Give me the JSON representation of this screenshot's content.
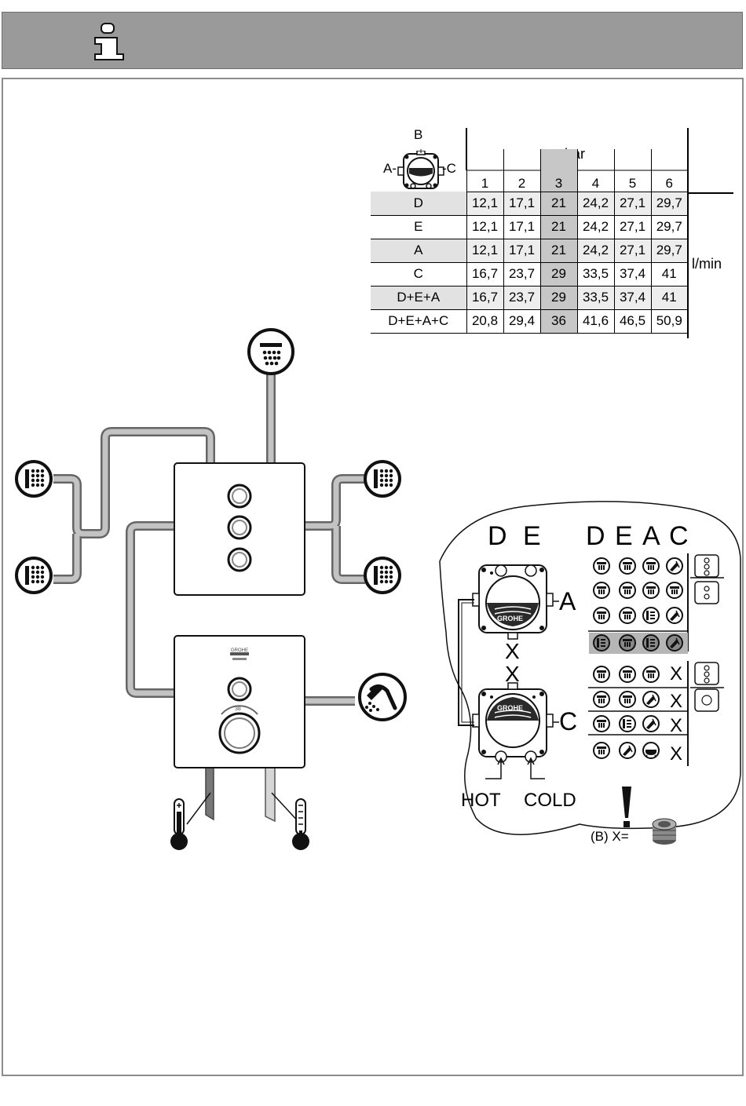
{
  "header": {
    "icon": "info-i-icon"
  },
  "flow_table": {
    "inset_labels": {
      "top": "B",
      "left": "A",
      "right": "C"
    },
    "pressure_unit": "bar",
    "flow_unit": "l/min",
    "pressures": [
      "1",
      "2",
      "3",
      "4",
      "5",
      "6"
    ],
    "highlight_column": 2,
    "rows": [
      {
        "label": "D",
        "values": [
          "12,1",
          "17,1",
          "21",
          "24,2",
          "27,1",
          "29,7"
        ]
      },
      {
        "label": "E",
        "values": [
          "12,1",
          "17,1",
          "21",
          "24,2",
          "27,1",
          "29,7"
        ]
      },
      {
        "label": "A",
        "values": [
          "12,1",
          "17,1",
          "21",
          "24,2",
          "27,1",
          "29,7"
        ]
      },
      {
        "label": "C",
        "values": [
          "16,7",
          "23,7",
          "29",
          "33,5",
          "37,4",
          "41"
        ]
      },
      {
        "label": "D+E+A",
        "values": [
          "16,7",
          "23,7",
          "29",
          "33,5",
          "37,4",
          "41"
        ]
      },
      {
        "label": "D+E+A+C",
        "values": [
          "20,8",
          "29,4",
          "36",
          "41,6",
          "46,5",
          "50,9"
        ]
      }
    ]
  },
  "system_diagram": {
    "icons": [
      "overhead-shower-icon",
      "body-jet-icon",
      "hand-shower-icon",
      "hot-thermometer-icon",
      "cold-thermometer-icon"
    ],
    "thermostat_scale": "38",
    "brand": "GROHE"
  },
  "detail": {
    "top_ports": [
      "D",
      "E"
    ],
    "column_headers": [
      "D",
      "E",
      "A",
      "C"
    ],
    "side_port_upper": "A",
    "side_port_lower": "C",
    "x_mark": "X",
    "brand": "GROHE",
    "hot_label": "HOT",
    "cold_label": "COLD",
    "note": "(B) X=",
    "top_section_rows": [
      [
        "shower-head",
        "shower-head",
        "shower-head",
        "hand-shower"
      ],
      [
        "shower-head",
        "shower-head",
        "shower-head",
        "shower-head"
      ],
      [
        "shower-head",
        "shower-head",
        "body-jet",
        "hand-shower"
      ],
      [
        "body-jet",
        "shower-head",
        "body-jet",
        "hand-shower"
      ]
    ],
    "bottom_section_rows": [
      [
        "shower-head",
        "shower-head",
        "shower-head"
      ],
      [
        "shower-head",
        "shower-head",
        "hand-shower"
      ],
      [
        "shower-head",
        "body-jet",
        "hand-shower"
      ],
      [
        "shower-head",
        "hand-shower",
        "bathtub"
      ]
    ]
  }
}
